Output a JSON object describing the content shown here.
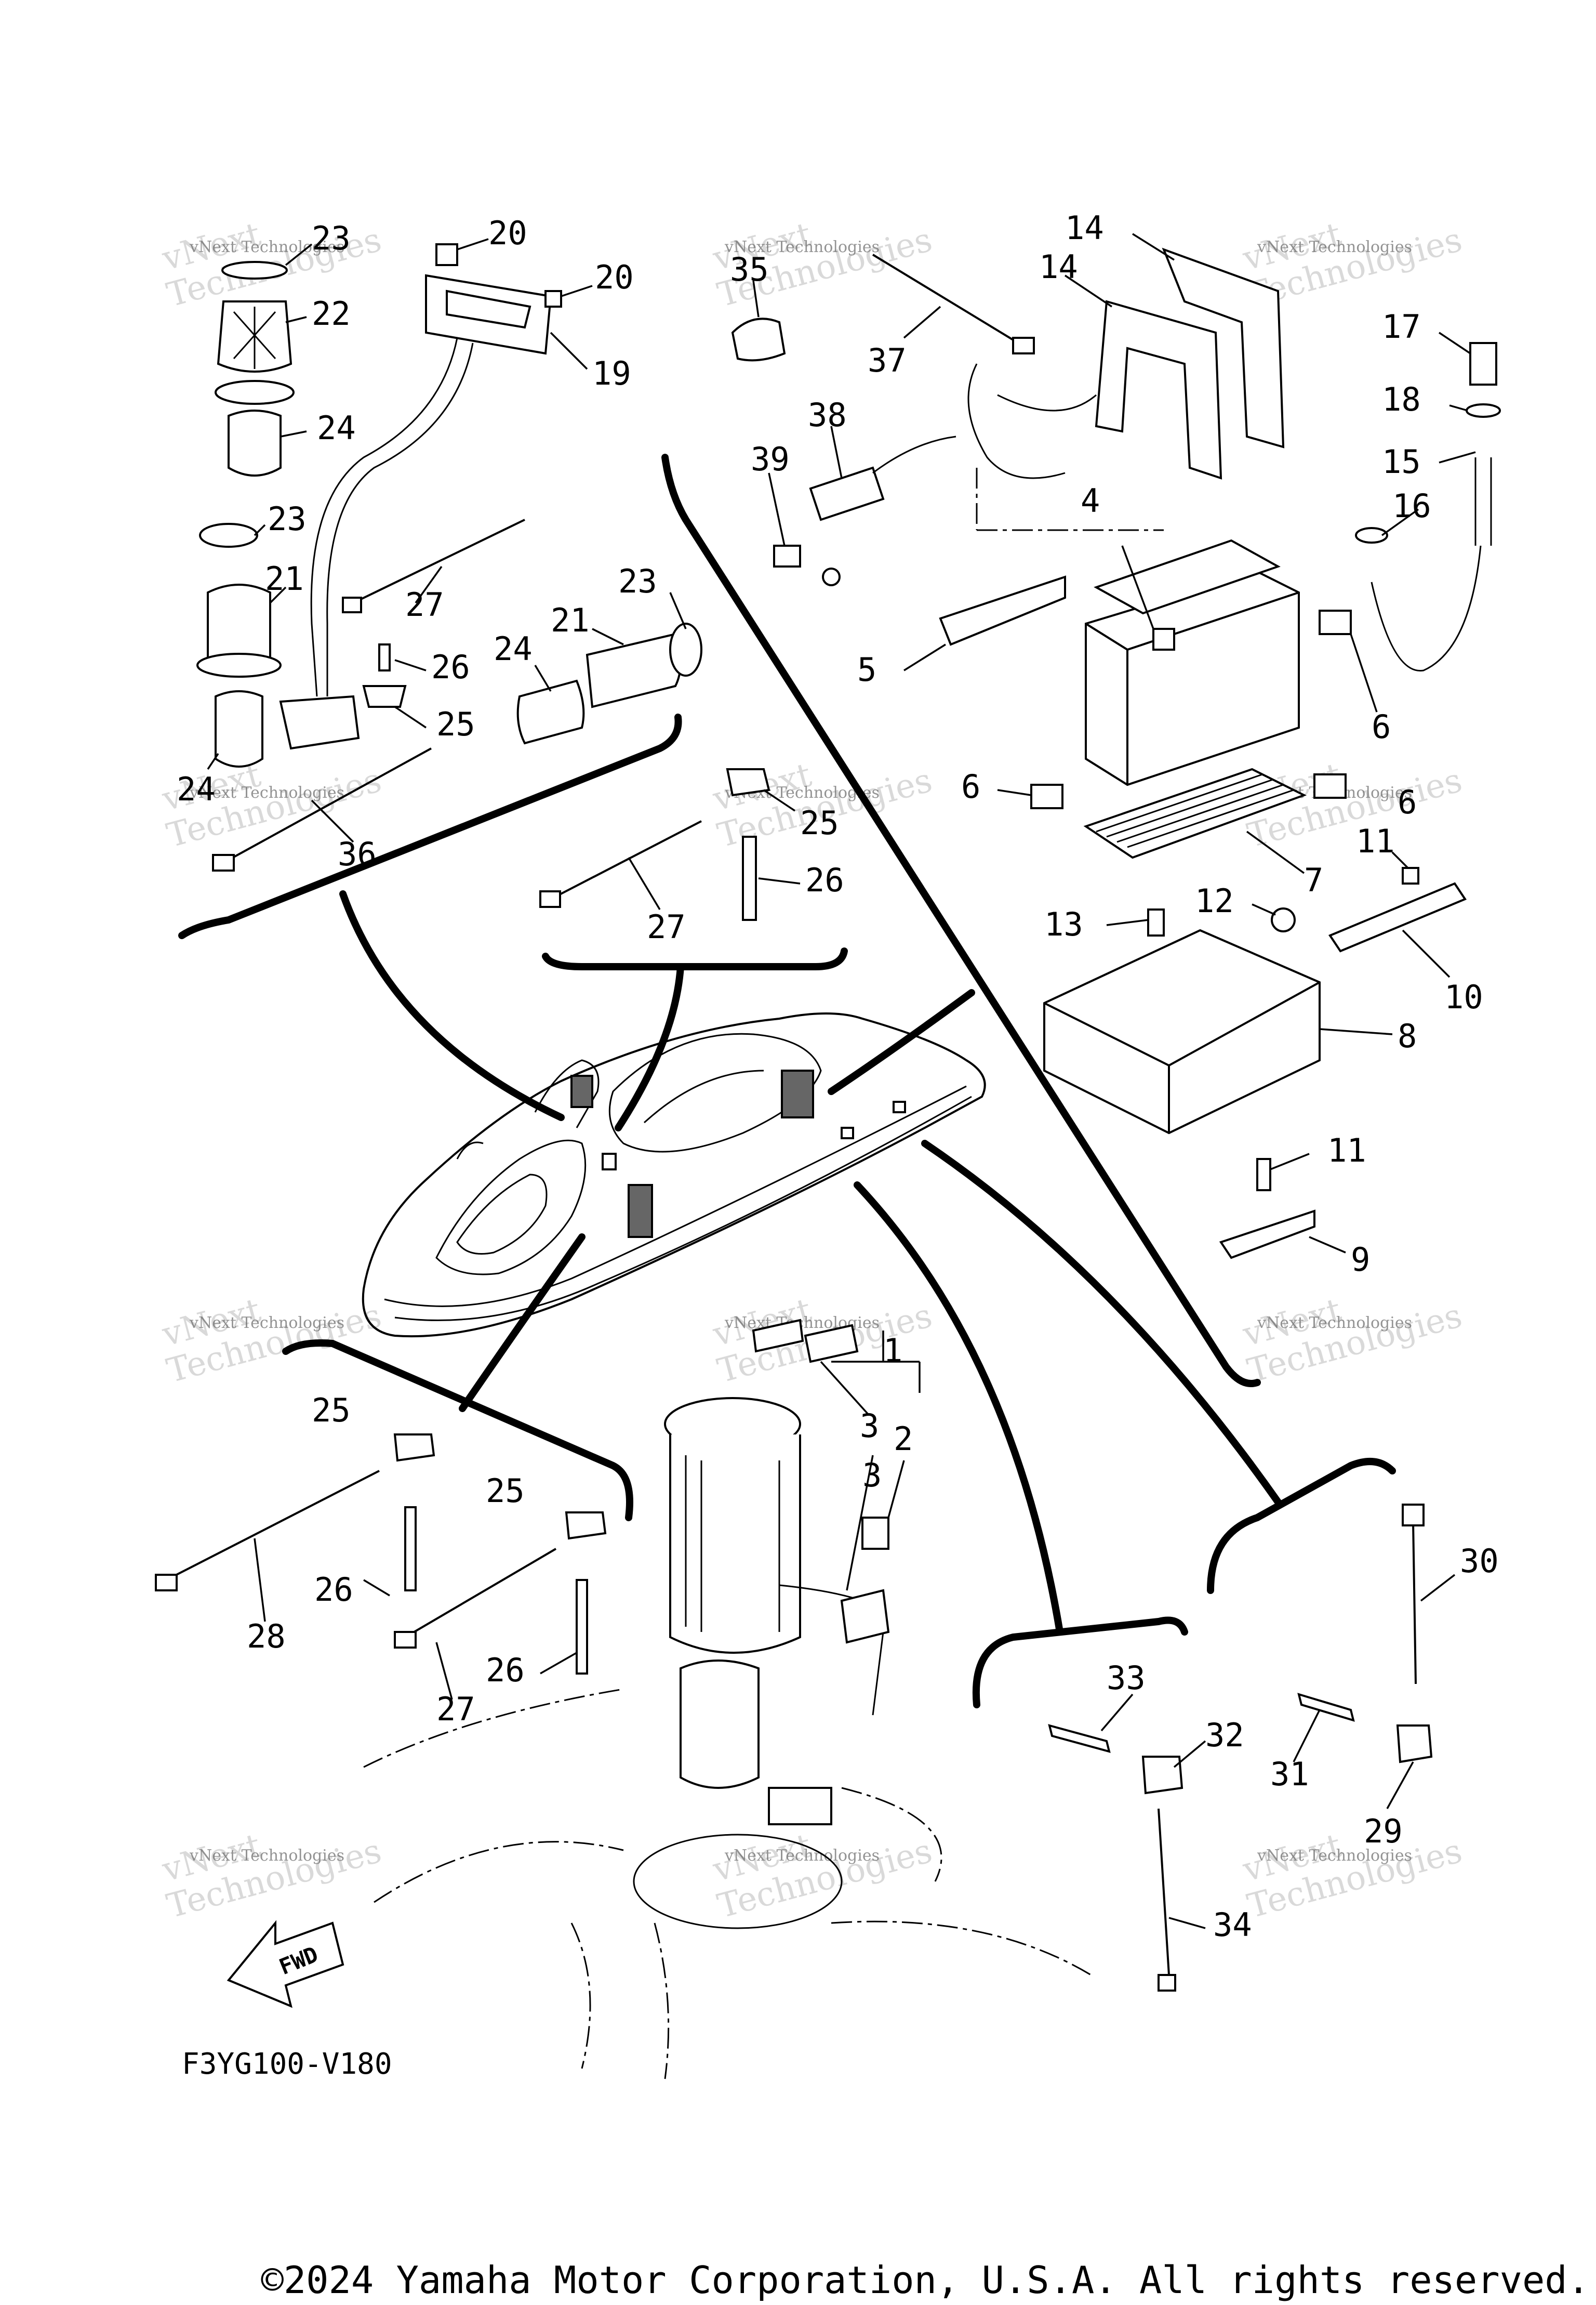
{
  "diagram": {
    "part_numbers": [
      "1",
      "2",
      "3",
      "3",
      "4",
      "5",
      "6",
      "6",
      "6",
      "7",
      "8",
      "9",
      "10",
      "11",
      "11",
      "12",
      "13",
      "14",
      "14",
      "15",
      "16",
      "17",
      "18",
      "19",
      "20",
      "20",
      "21",
      "21",
      "22",
      "23",
      "23",
      "23",
      "24",
      "24",
      "24",
      "25",
      "25",
      "25",
      "25",
      "26",
      "26",
      "26",
      "26",
      "27",
      "27",
      "27",
      "28",
      "29",
      "30",
      "31",
      "32",
      "33",
      "34",
      "35",
      "36",
      "37",
      "38",
      "39"
    ],
    "figure_code": "F3YG100-V180",
    "fwd_label": "FWD",
    "watermark": {
      "line1": "vNext",
      "line2": "Technologies",
      "small": "vNext Technologies"
    },
    "copyright": "©2024 Yamaha Motor Corporation, U.S.A. All rights reserved."
  }
}
